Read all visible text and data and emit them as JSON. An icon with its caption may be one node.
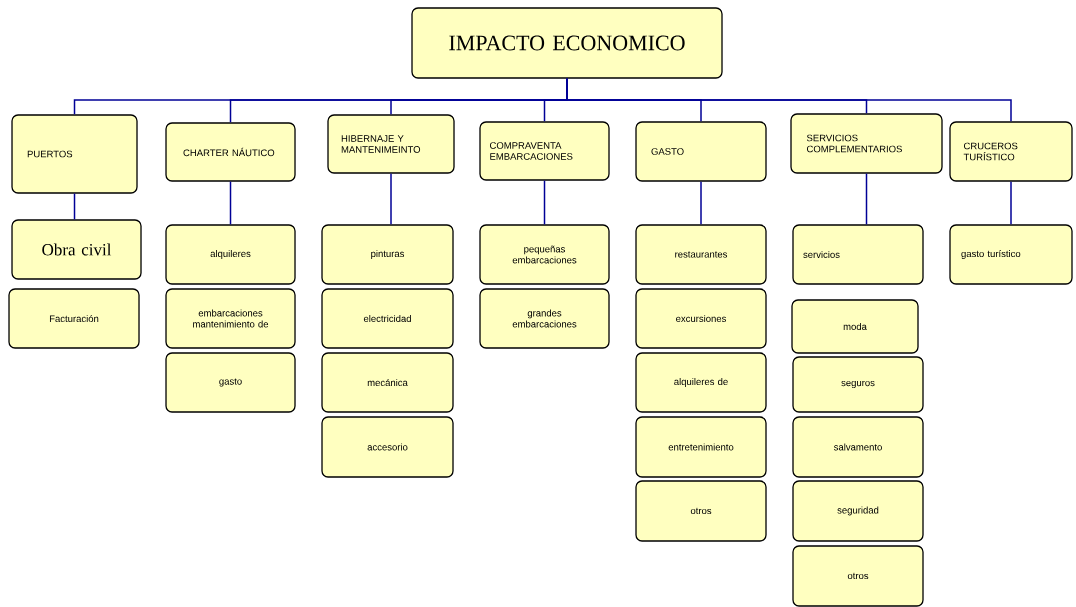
{
  "diagram": {
    "nodes": [
      {
        "text": [
          "IMPACTO ECONOMICO"
        ]
      },
      {
        "text": [
          "PUERTOS"
        ]
      },
      {
        "text": [
          "CHARTER NÁUTICO"
        ]
      },
      {
        "text": [
          "HIBERNAJE Y MANTENIMEINTO"
        ]
      },
      {
        "text": [
          "COMPRAVENTA EMBARCACIONES"
        ]
      },
      {
        "text": [
          "GASTO"
        ]
      },
      {
        "text": [
          "SERVICIOS COMPLEMENTARIOS"
        ]
      },
      {
        "text": [
          "CRUCEROS TURÍSTICO"
        ]
      },
      {
        "text": [
          "Obra civil"
        ]
      },
      {
        "text": [
          "Facturación"
        ]
      },
      {
        "text": [
          "alquileres"
        ]
      },
      {
        "text": [
          "embarcaciones mantenimiento de"
        ]
      },
      {
        "text": [
          "gasto"
        ]
      },
      {
        "text": [
          "pinturas"
        ]
      },
      {
        "text": [
          "electricidad"
        ]
      },
      {
        "text": [
          "mecánica"
        ]
      },
      {
        "text": [
          "accesorio"
        ]
      },
      {
        "text": [
          "pequeñas embarcaciones"
        ]
      },
      {
        "text": [
          "grandes embarcaciones"
        ]
      },
      {
        "text": [
          "restaurantes"
        ]
      },
      {
        "text": [
          "excursiones"
        ]
      },
      {
        "text": [
          "alquileres de"
        ]
      },
      {
        "text": [
          "entretenimiento"
        ]
      },
      {
        "text": [
          "otros"
        ]
      },
      {
        "text": [
          "servicios"
        ]
      },
      {
        "text": [
          "moda"
        ]
      },
      {
        "text": [
          "seguros"
        ]
      },
      {
        "text": [
          "salvamento"
        ]
      },
      {
        "text": [
          "seguridad"
        ]
      },
      {
        "text": [
          "otros"
        ]
      },
      {
        "text": [
          "gasto turístico"
        ]
      }
    ],
    "edges": [
      {
        "from": 0,
        "to": 1,
        "arrow": "none"
      },
      {
        "from": 0,
        "to": 2,
        "arrow": "none"
      },
      {
        "from": 0,
        "to": 3,
        "arrow": "none"
      },
      {
        "from": 0,
        "to": 4,
        "arrow": "none"
      },
      {
        "from": 0,
        "to": 5,
        "arrow": "none"
      },
      {
        "from": 0,
        "to": 6,
        "arrow": "none"
      },
      {
        "from": 0,
        "to": 7,
        "arrow": "none"
      },
      {
        "from": 1,
        "to": 8,
        "arrow": "none"
      },
      {
        "from": 2,
        "to": 10,
        "arrow": "none"
      },
      {
        "from": 3,
        "to": 13,
        "arrow": "none"
      },
      {
        "from": 4,
        "to": 17,
        "arrow": "none"
      },
      {
        "from": 5,
        "to": 19,
        "arrow": "none"
      },
      {
        "from": 6,
        "to": 24,
        "arrow": "none"
      },
      {
        "from": 7,
        "to": 30,
        "arrow": "none"
      }
    ]
  }
}
